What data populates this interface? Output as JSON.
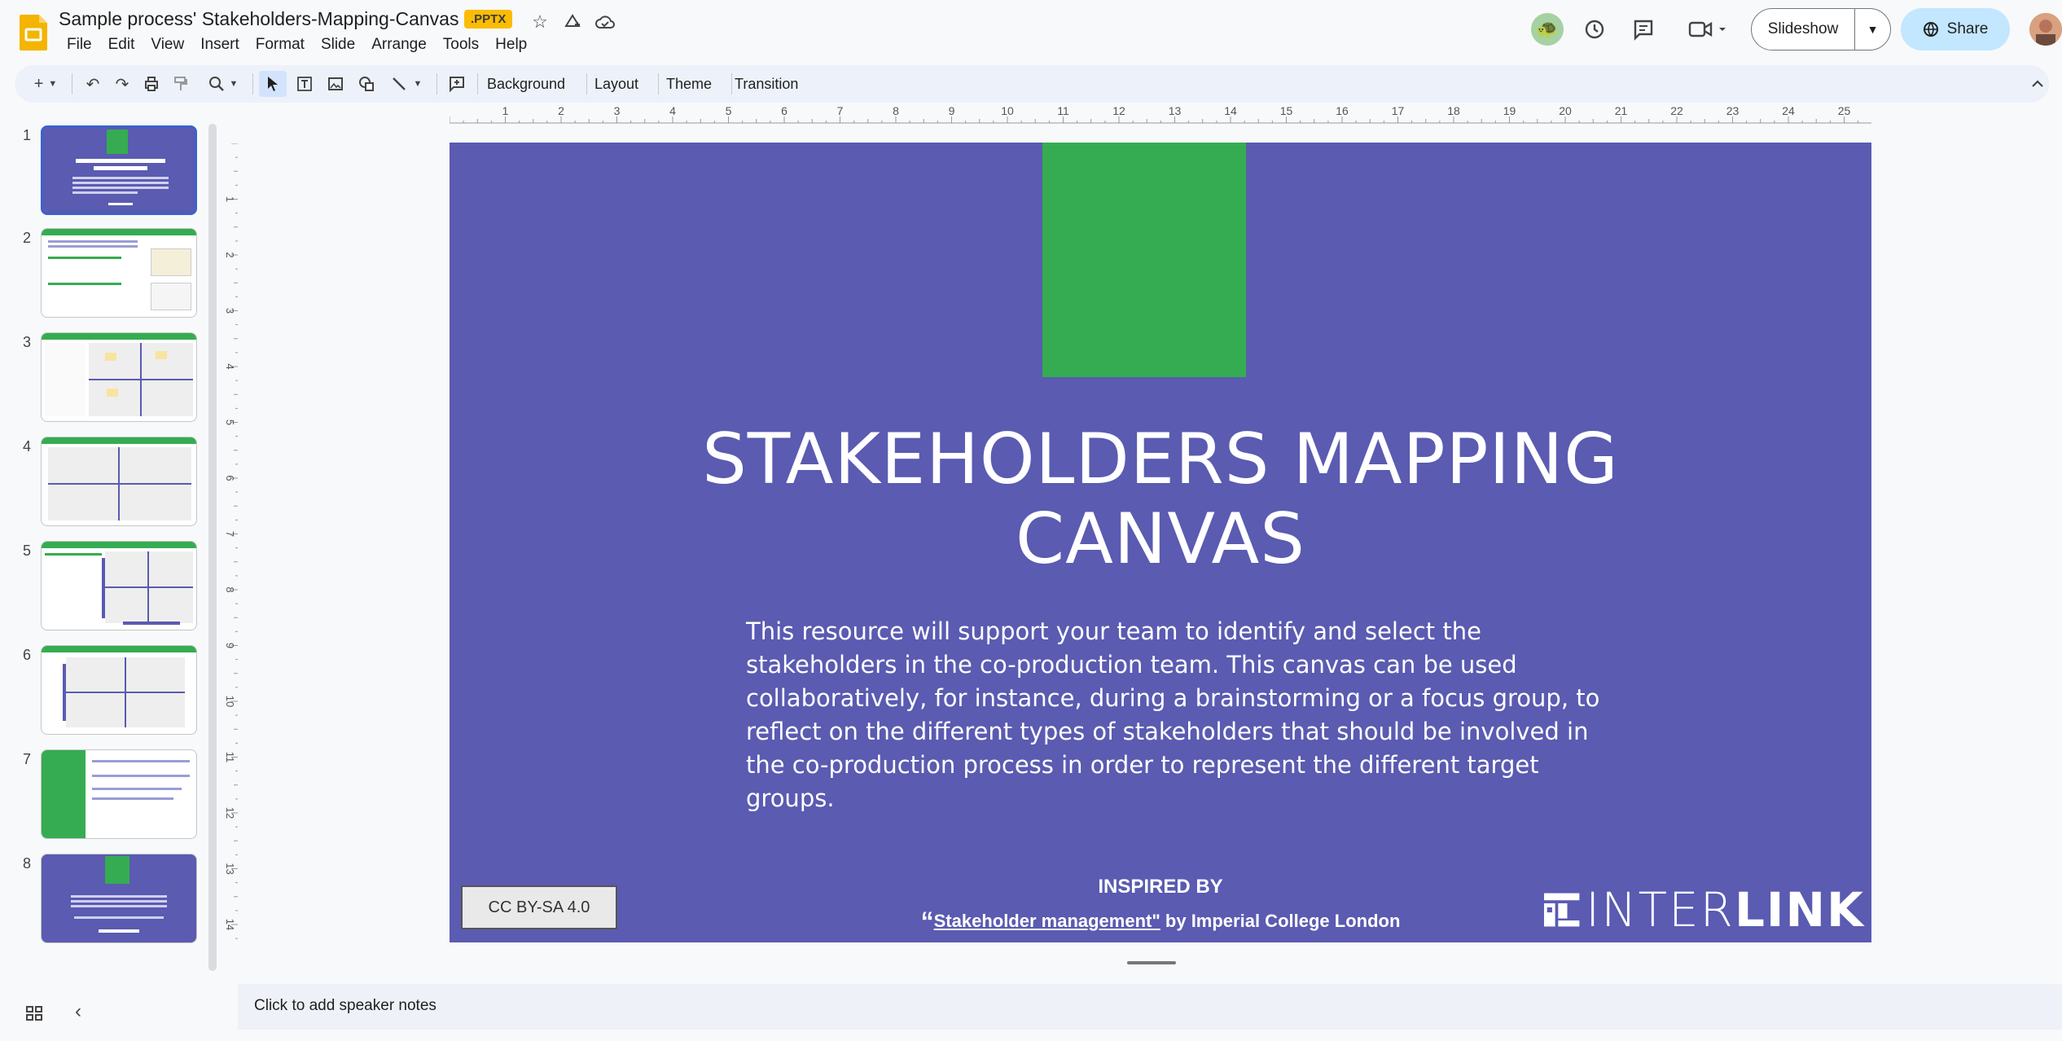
{
  "window": {
    "doc_title": "Sample process' Stakeholders-Mapping-Canvas",
    "file_badge": ".PPTX"
  },
  "menu": [
    "File",
    "Edit",
    "View",
    "Insert",
    "Format",
    "Slide",
    "Arrange",
    "Tools",
    "Help"
  ],
  "header_right": {
    "slideshow_label": "Slideshow",
    "share_label": "Share"
  },
  "toolbar": {
    "background_label": "Background",
    "layout_label": "Layout",
    "theme_label": "Theme",
    "transition_label": "Transition"
  },
  "ruler": {
    "horizontal_ticks": [
      "1",
      "2",
      "3",
      "4",
      "5",
      "6",
      "7",
      "8",
      "9",
      "10",
      "11",
      "12",
      "13",
      "14",
      "15",
      "16",
      "17",
      "18",
      "19",
      "20",
      "21",
      "22",
      "23",
      "24",
      "25"
    ],
    "vertical_ticks": [
      "1",
      "2",
      "3",
      "4",
      "5",
      "6",
      "7",
      "8",
      "9",
      "10",
      "11",
      "12",
      "13",
      "14"
    ]
  },
  "slides": [
    {
      "number": "1"
    },
    {
      "number": "2"
    },
    {
      "number": "3"
    },
    {
      "number": "4"
    },
    {
      "number": "5"
    },
    {
      "number": "6"
    },
    {
      "number": "7"
    },
    {
      "number": "8"
    }
  ],
  "selected_slide": 1,
  "slide": {
    "title_line1": "STAKEHOLDERS MAPPING",
    "title_line2": "CANVAS",
    "body": "This resource will support your team to  identify and select the stakeholders in the co-production team. This canvas can be used collaboratively, for instance, during a brainstorming or a focus group, to reflect on the different types of stakeholders that should be involved in the co-production process in order to represent the different target groups.",
    "inspired_by": "INSPIRED BY",
    "quote_open": "“",
    "source_link": "Stakeholder management\"",
    "source_rest": " by Imperial College London",
    "license": "CC BY-SA 4.0",
    "logo_text_light": "INTER",
    "logo_text_bold": "LINK"
  },
  "colors": {
    "slide_bg": "#5a5bb1",
    "accent_green": "#35ac51",
    "share_button": "#c2e7ff",
    "badge": "#fbbc04"
  },
  "notes": {
    "placeholder": "Click to add speaker notes"
  }
}
